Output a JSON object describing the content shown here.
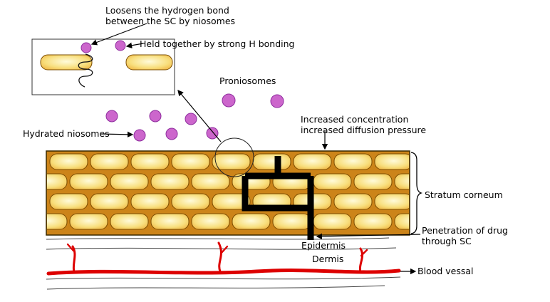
{
  "colors": {
    "ink": "#000000",
    "niosome": "#cc66cc",
    "niosomeBorder": "#8e2d9e",
    "mortar": "#cc8419",
    "wallOutline": "#3a2a00",
    "brickLight": "#fffbda",
    "brickMid": "#f8df7e",
    "brickDark": "#eda72e",
    "brickStroke": "#7a4c00",
    "vessel": "#dd0000",
    "skinLine": "#444444"
  },
  "labels": {
    "loosens": "Loosens the hydrogen bond\nbetween the SC by niosomes",
    "held_together": "Held together by strong H bonding",
    "proniosomes": "Proniosomes",
    "hydrated_niosomes": "Hydrated niosomes",
    "increased": "Increased concentration\nincreased diffusion pressure",
    "stratum_corneum": "Stratum corneum",
    "penetration": "Penetration of drug\n through SC",
    "epidermis": "Epidermis",
    "dermis": "Dermis",
    "blood_vessel": "Blood vessal"
  }
}
